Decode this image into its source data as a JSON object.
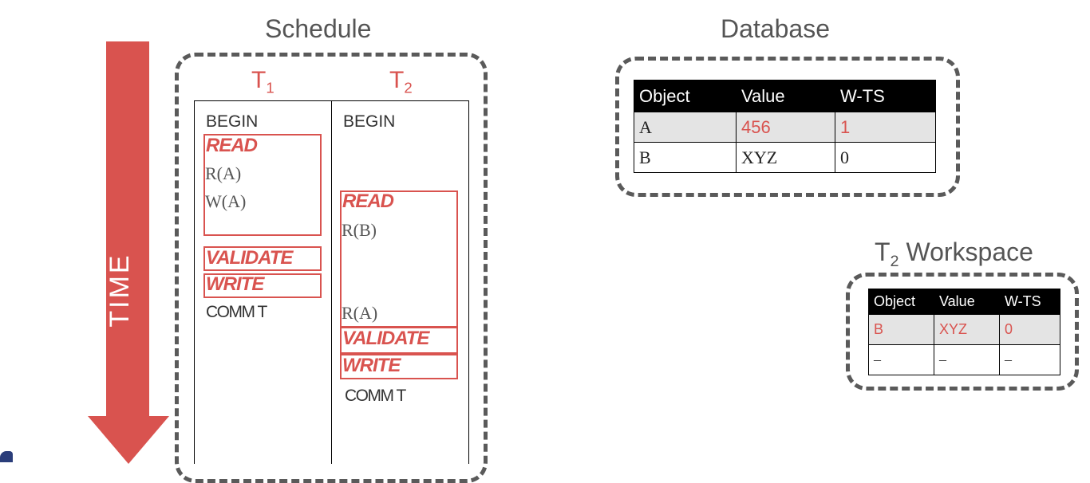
{
  "schedule": {
    "title": "Schedule",
    "t1": {
      "name": "T",
      "sub": "1"
    },
    "t2": {
      "name": "T",
      "sub": "2"
    },
    "t1_ops": {
      "begin": "BEGIN",
      "read_phase": "READ",
      "op1": "R(A)",
      "op2": "W(A)",
      "validate_phase": "VALIDATE",
      "write_phase": "WRITE",
      "commit": "COMM T"
    },
    "t2_ops": {
      "begin": "BEGIN",
      "read_phase": "READ",
      "op1": "R(B)",
      "op2": "R(A)",
      "validate_phase": "VALIDATE",
      "write_phase": "WRITE",
      "commit": "COMM T"
    }
  },
  "time_label": "TIME",
  "database": {
    "title": "Database",
    "headers": [
      "Object",
      "Value",
      "W-TS"
    ],
    "rows": [
      [
        "A",
        "456",
        "1"
      ],
      [
        "B",
        "XYZ",
        "0"
      ]
    ]
  },
  "workspace": {
    "title_prefix": "T",
    "title_sub": "2",
    "title_suffix": " Workspace",
    "headers": [
      "Object",
      "Value",
      "W-TS"
    ],
    "rows": [
      [
        "B",
        "XYZ",
        "0"
      ],
      [
        "–",
        "–",
        "–"
      ]
    ]
  },
  "colors": {
    "accent": "#d9534f",
    "dash": "#5a5a5a",
    "arrow": "#d9534f"
  }
}
